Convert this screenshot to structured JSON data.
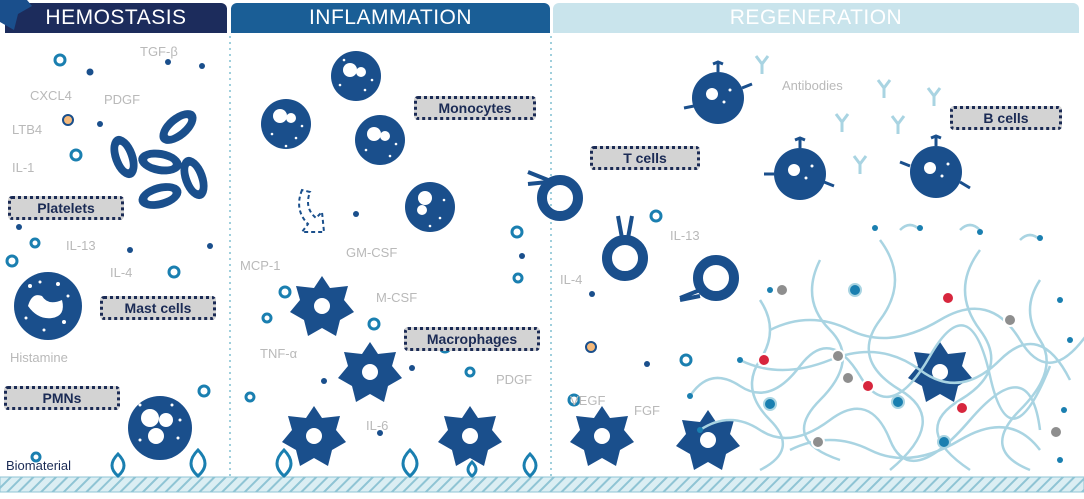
{
  "phases": {
    "hemostasis": "HEMOSTASIS",
    "inflammation": "INFLAMMATION",
    "regeneration": "REGENERATION"
  },
  "cell_boxes": {
    "platelets": "Platelets",
    "mast_cells": "Mast cells",
    "pmns": "PMNs",
    "monocytes": "Monocytes",
    "macrophages": "Macrophages",
    "t_cells": "T cells",
    "b_cells": "B cells"
  },
  "mediators": {
    "tgf_beta": "TGF-β",
    "cxcl4": "CXCL4",
    "pdgf_1": "PDGF",
    "ltb4": "LTB4",
    "il1": "IL-1",
    "il13_1": "IL-13",
    "il4_1": "IL-4",
    "histamine": "Histamine",
    "mcp1": "MCP-1",
    "gmcsf": "GM-CSF",
    "mcsf": "M-CSF",
    "tnfa": "TNF-α",
    "il6": "IL-6",
    "pdgf_2": "PDGF",
    "antibodies": "Antibodies",
    "il13_2": "IL-13",
    "il4_2": "IL-4",
    "vegf": "VEGF",
    "fgf": "FGF"
  },
  "biomaterial": "Biomaterial",
  "colors": {
    "navy": "#1b2b55",
    "dark_blue": "#1a4f8c",
    "light_blue": "#a9d4e2",
    "gray": "#d3d3d3",
    "red": "#d7263d"
  }
}
